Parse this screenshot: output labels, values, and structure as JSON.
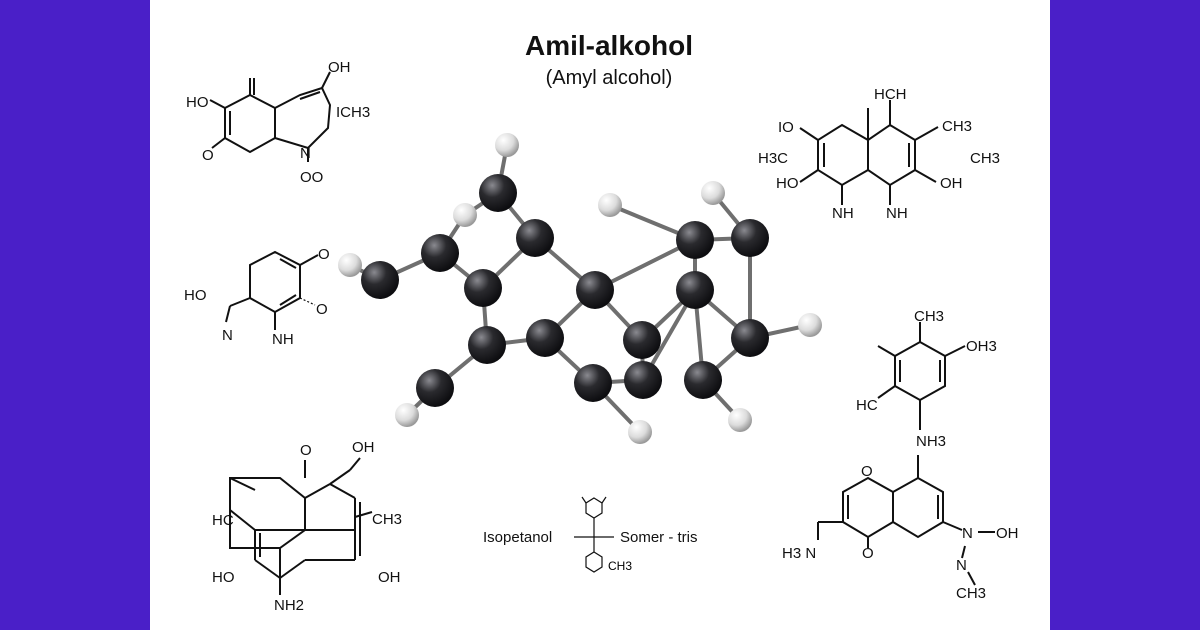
{
  "colors": {
    "side_bar": "#4a1fc8",
    "canvas": "#ffffff",
    "atom_carbon": "#2a2a2e",
    "atom_hydrogen": "#e4e4e4"
  },
  "title": "Amil-alkohol",
  "subtitle": "(Amyl alcohol)",
  "bottom_center": {
    "left_label": "Isopetanol",
    "right_label": "Somer - tris"
  },
  "structures": {
    "top_left": [
      "OH",
      "HO",
      "ICH3",
      "O",
      "N",
      "OO"
    ],
    "mid_left": [
      "O",
      "HO",
      "O",
      "N",
      "NH"
    ],
    "bottom_left": [
      "O",
      "OH",
      "HC",
      "CH3",
      "HO",
      "OH",
      "NH2"
    ],
    "top_right": [
      "HCH",
      "IO",
      "CH3",
      "H3C",
      "CH3",
      "HO",
      "OH",
      "NH",
      "NH"
    ],
    "right_mid": [
      "CH3",
      "OH3",
      "HC",
      "NH3"
    ],
    "bottom_right": [
      "O",
      "N",
      "OH",
      "H3 N",
      "O",
      "N",
      "CH3"
    ],
    "center_small": [
      "CH3"
    ]
  },
  "molecule": {
    "atoms": [
      {
        "t": "C"
      },
      {
        "t": "C"
      },
      {
        "t": "C"
      },
      {
        "t": "C"
      },
      {
        "t": "C"
      },
      {
        "t": "C"
      },
      {
        "t": "C"
      },
      {
        "t": "C"
      },
      {
        "t": "C"
      },
      {
        "t": "C"
      },
      {
        "t": "C"
      },
      {
        "t": "C"
      },
      {
        "t": "C"
      },
      {
        "t": "C"
      },
      {
        "t": "C"
      },
      {
        "t": "C"
      },
      {
        "t": "C"
      },
      {
        "t": "H"
      },
      {
        "t": "H"
      },
      {
        "t": "H"
      },
      {
        "t": "H"
      },
      {
        "t": "H"
      },
      {
        "t": "H"
      },
      {
        "t": "H"
      },
      {
        "t": "H"
      },
      {
        "t": "H"
      }
    ]
  }
}
